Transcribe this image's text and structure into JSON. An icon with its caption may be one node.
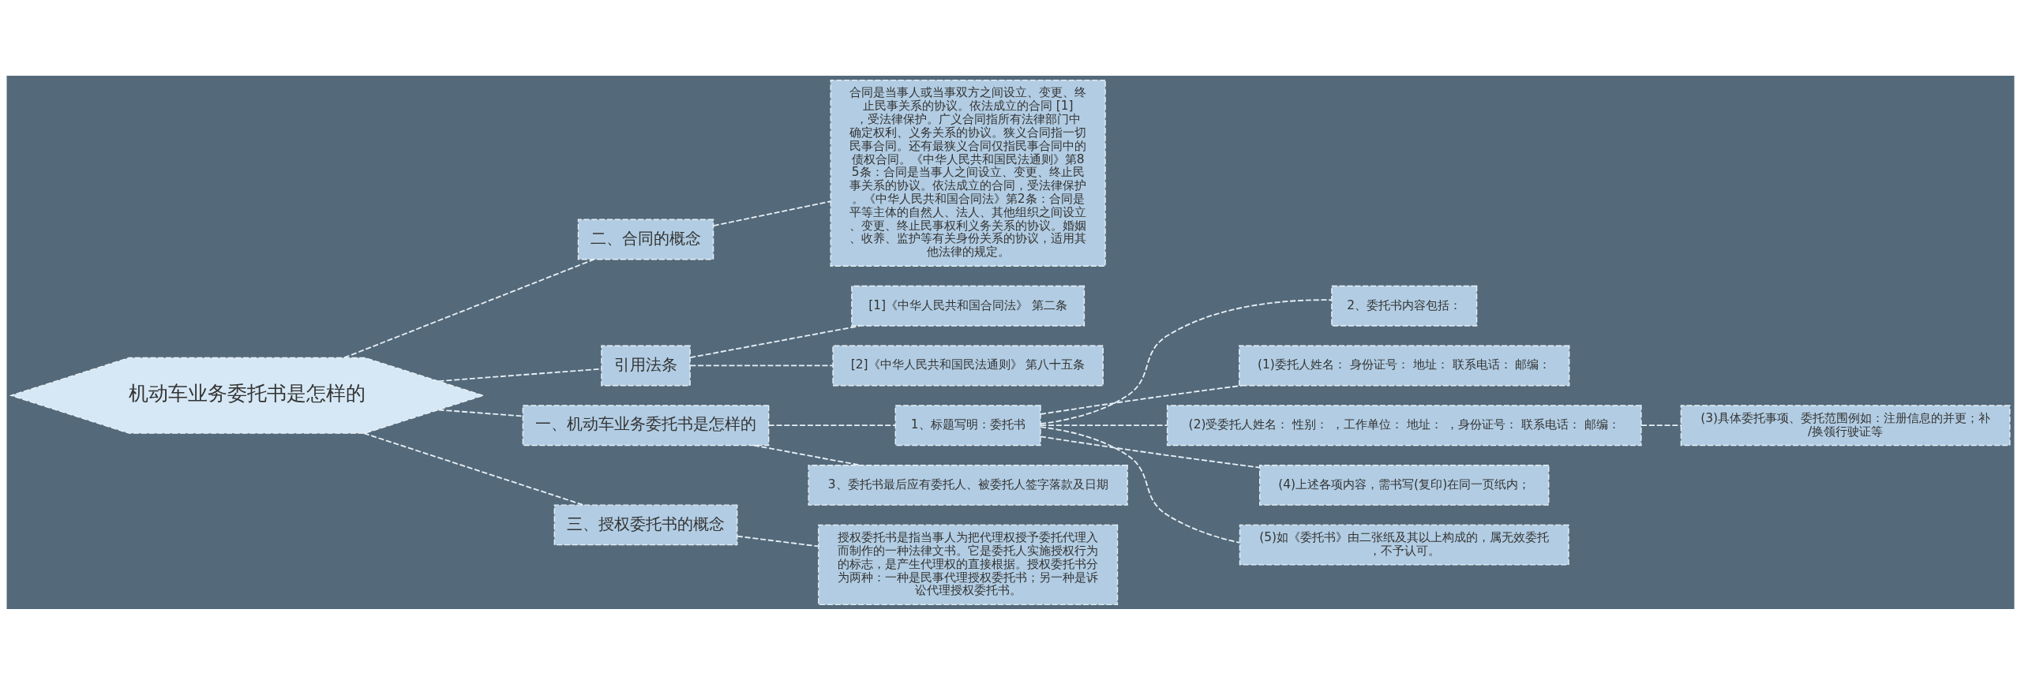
{
  "diagram": {
    "nodes": [
      {
        "text": [
          "机动车业务委托书是怎样的"
        ]
      },
      {
        "text": [
          "二、合同的概念"
        ]
      },
      {
        "text": [
          "合同是当事人或当事双方之间设立、变更、终止民事关系的协议。依法成立的合同 [1] ，受法律保护。广义合同指所有法律部门中确定权利、义务关系的协议。狭义合同指一切民事合同。还有最狭义合同仅指民事合同中的债权合同。《中华人民共和国民法通则》第85条：合同是当事人之间设立、变更、终止民事关系的协议。依法成立的合同，受法律保护。《中华人民共和国合同法》第2条：合同是平等主体的自然人、法人、其他组织之间设立、变更、终止民事权利义务关系的协议。婚姻、收养、监护等有关身份关系的协议，适用其他法律的规定。"
        ]
      },
      {
        "text": [
          "引用法条"
        ]
      },
      {
        "text": [
          "[1]《中华人民共和国合同法》 第二条"
        ]
      },
      {
        "text": [
          "[2]《中华人民共和国民法通则》 第八十五条"
        ]
      },
      {
        "text": [
          "一、机动车业务委托书是怎样的"
        ]
      },
      {
        "text": [
          "1、标题写明：委托书"
        ]
      },
      {
        "text": [
          "2、委托书内容包括："
        ]
      },
      {
        "text": [
          "(1)委托人姓名： 身份证号： 地址： 联系电话： 邮编："
        ]
      },
      {
        "text": [
          "(2)受委托人姓名： 性别： ，工作单位： 地址： ，身份证号： 联系电话： 邮编："
        ]
      },
      {
        "text": [
          "(3)具体委托事项、委托范围例如：注册信息的并更；补/换领行驶证等"
        ]
      },
      {
        "text": [
          "(4)上述各项内容，需书写(复印)在同一页纸内；"
        ]
      },
      {
        "text": [
          "(5)如《委托书》由二张纸及其以上构成的，属无效委托，不予认可。"
        ]
      },
      {
        "text": [
          "3、委托书最后应有委托人、被委托人签字落款及日期"
        ]
      },
      {
        "text": [
          "三、授权委托书的概念"
        ]
      },
      {
        "text": [
          "授权委托书是指当事人为把代理权授予委托代理入而制作的一种法律文书。它是委托人实施授权行为的标志，是产生代理权的直接根据。授权委托书分为两种：一种是民事代理授权委托书；另一种是诉讼代理授权委托书。"
        ]
      }
    ],
    "edges": [
      {
        "from": 0,
        "to": 1,
        "arrow": "none",
        "style": "dashed"
      },
      {
        "from": 1,
        "to": 2,
        "arrow": "none",
        "style": "dashed"
      },
      {
        "from": 0,
        "to": 3,
        "arrow": "none",
        "style": "dashed"
      },
      {
        "from": 3,
        "to": 4,
        "arrow": "none",
        "style": "dashed"
      },
      {
        "from": 3,
        "to": 5,
        "arrow": "none",
        "style": "dashed"
      },
      {
        "from": 0,
        "to": 6,
        "arrow": "none",
        "style": "dashed"
      },
      {
        "from": 6,
        "to": 7,
        "arrow": "none",
        "style": "dashed"
      },
      {
        "from": 7,
        "to": 8,
        "arrow": "none",
        "style": "dashed"
      },
      {
        "from": 7,
        "to": 9,
        "arrow": "none",
        "style": "dashed"
      },
      {
        "from": 7,
        "to": 10,
        "arrow": "none",
        "style": "dashed"
      },
      {
        "from": 10,
        "to": 11,
        "arrow": "none",
        "style": "dashed"
      },
      {
        "from": 7,
        "to": 12,
        "arrow": "none",
        "style": "dashed"
      },
      {
        "from": 7,
        "to": 13,
        "arrow": "none",
        "style": "dashed"
      },
      {
        "from": 6,
        "to": 14,
        "arrow": "none",
        "style": "dashed"
      },
      {
        "from": 0,
        "to": 15,
        "arrow": "none",
        "style": "dashed"
      },
      {
        "from": 15,
        "to": 16,
        "arrow": "none",
        "style": "dashed"
      }
    ]
  }
}
